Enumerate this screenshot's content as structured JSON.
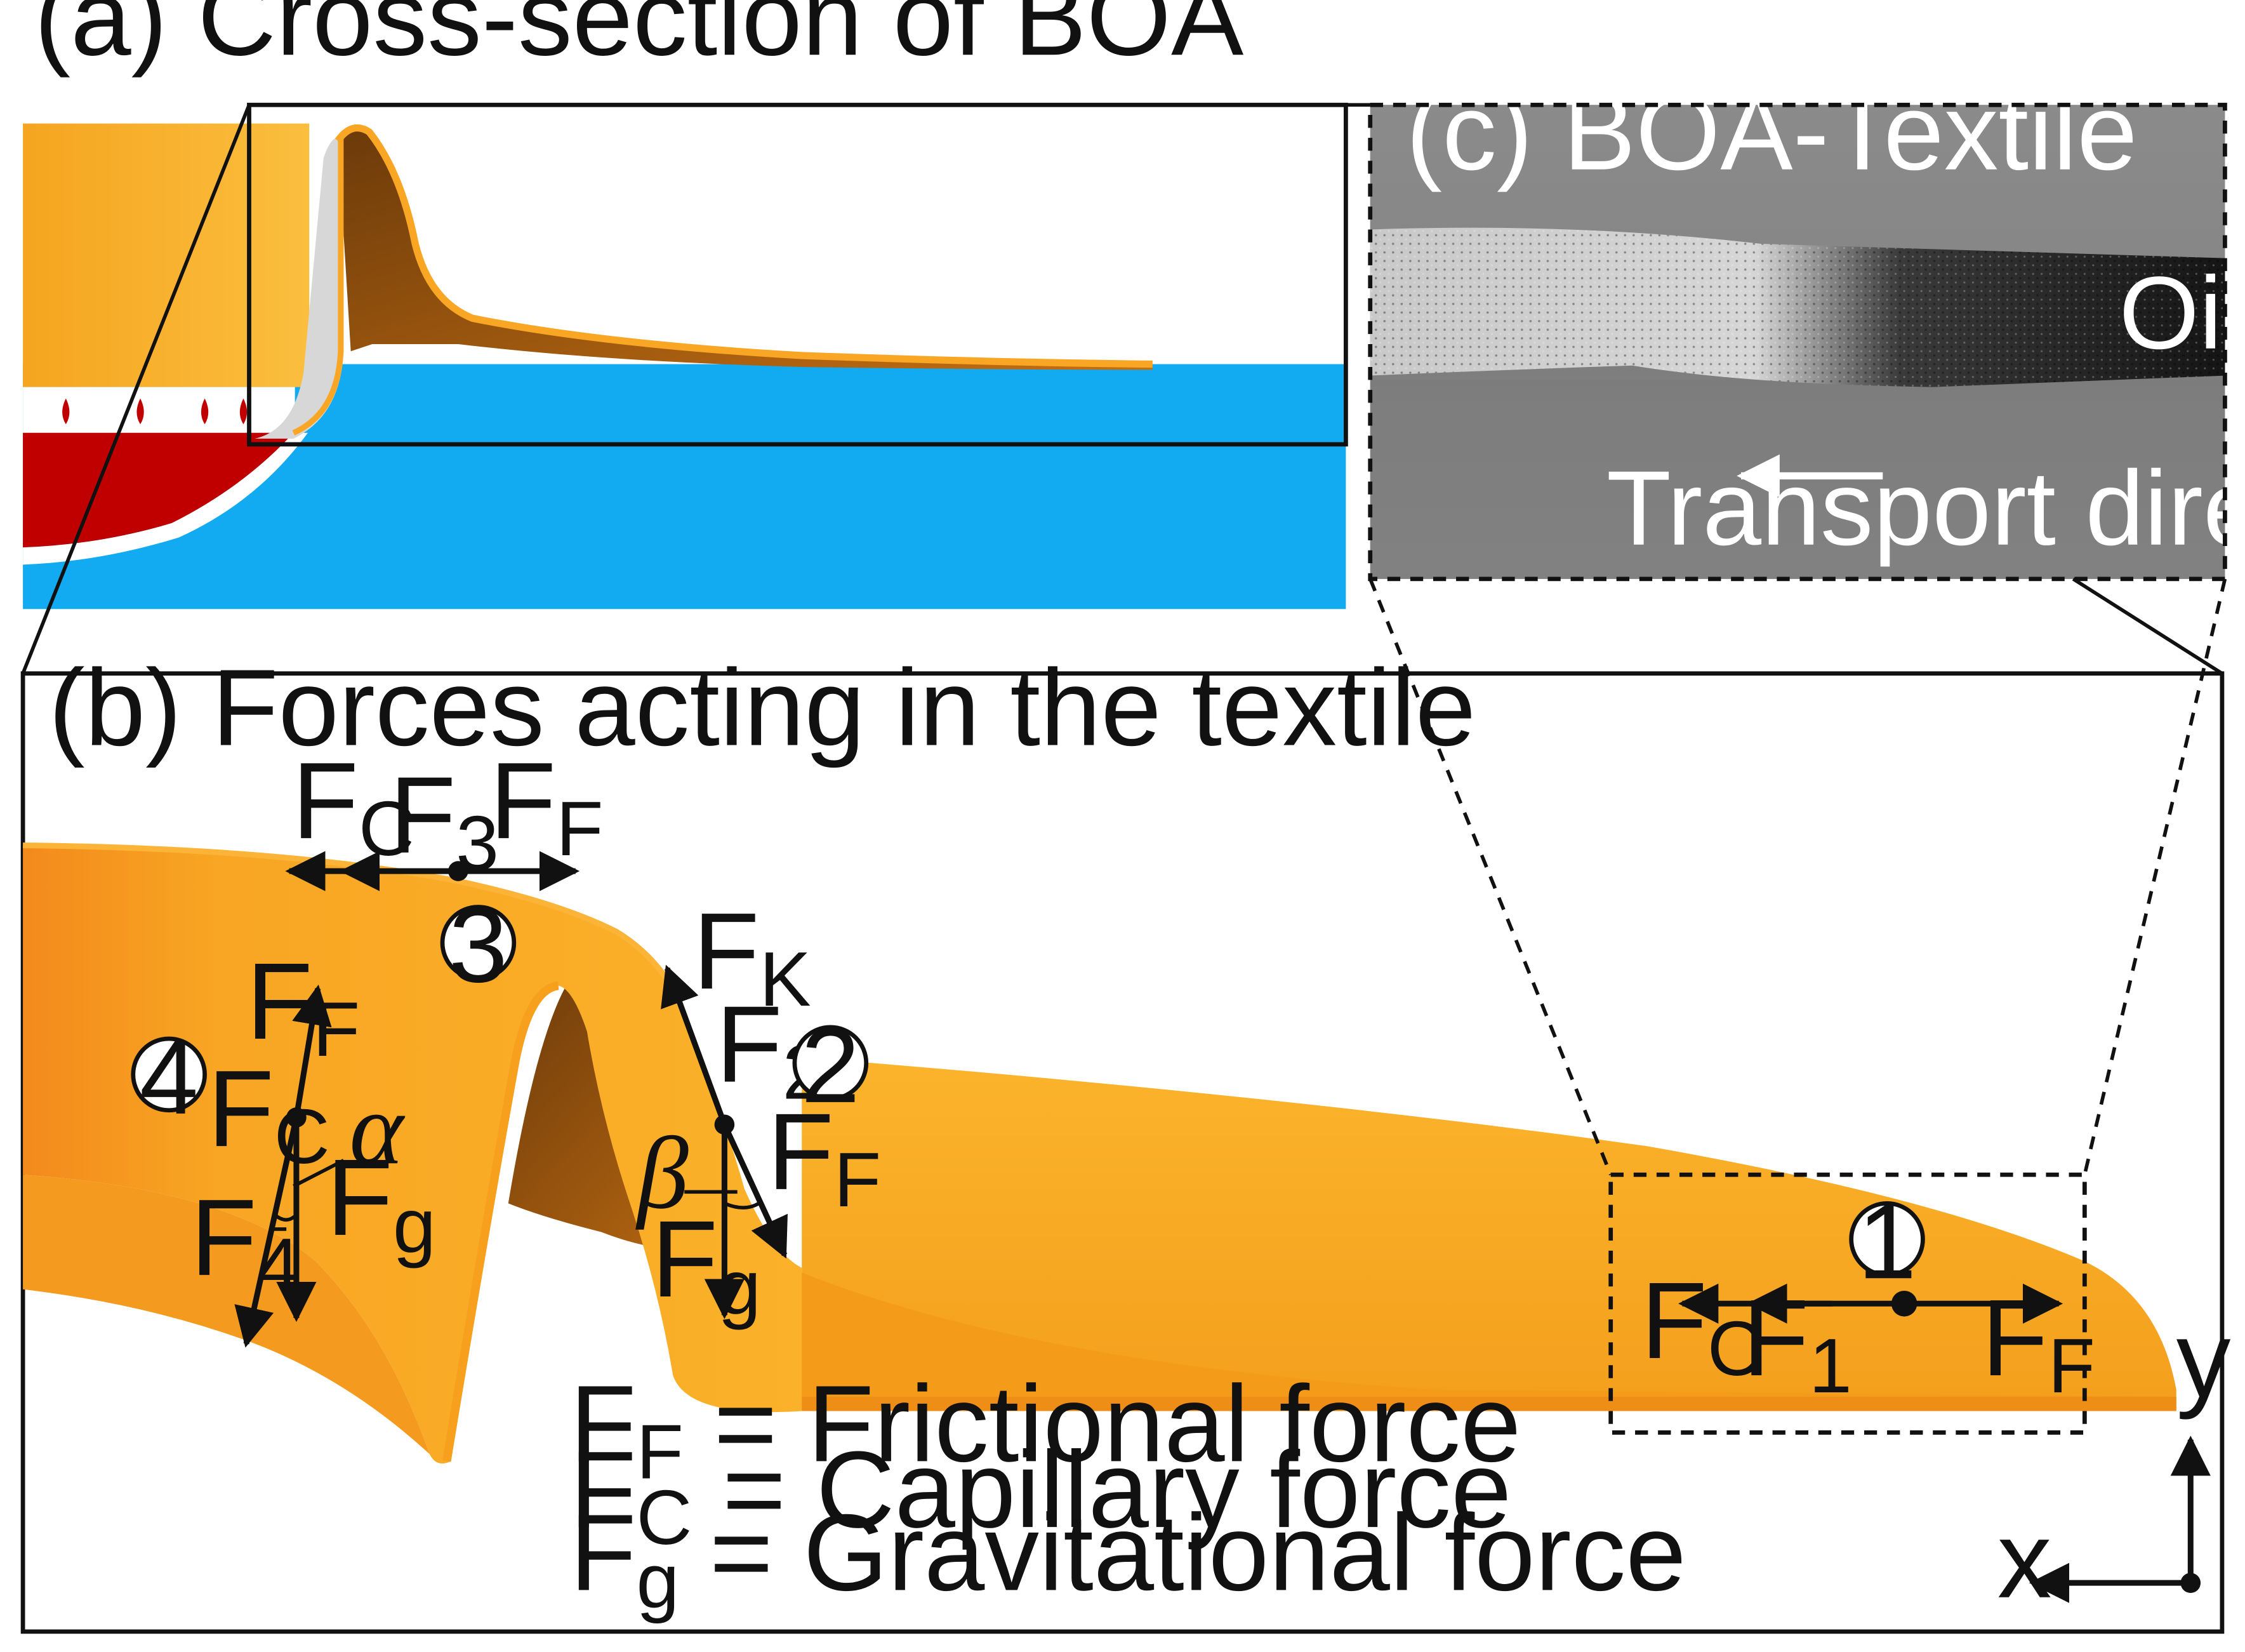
{
  "panels": {
    "a": {
      "title": "(a) Cross-section of BOA"
    },
    "b": {
      "title": "(b) Forces acting in the textile"
    },
    "c": {
      "title": "(c) BOA-Textile",
      "oil_label": "Oil",
      "transport_label": "Transport direction"
    }
  },
  "forces": {
    "p1": {
      "c": "F",
      "c_sub": "C",
      "one": "F",
      "one_sub": "1",
      "f": "F",
      "f_sub": "F"
    },
    "p2": {
      "k": "F",
      "k_sub": "K",
      "two": "F",
      "two_sub": "2",
      "f": "F",
      "f_sub": "F",
      "g": "F",
      "g_sub": "g",
      "angle": "β"
    },
    "p3": {
      "c": "F",
      "c_sub": "C",
      "three": "F",
      "three_sub": "3",
      "f": "F",
      "f_sub": "F"
    },
    "p4": {
      "f": "F",
      "f_sub": "F",
      "c": "F",
      "c_sub": "C",
      "four": "F",
      "four_sub": "4",
      "g": "F",
      "g_sub": "g",
      "angle": "α"
    }
  },
  "points": [
    "1",
    "2",
    "3",
    "4"
  ],
  "axes": {
    "x": "x",
    "y": "y"
  },
  "legend": [
    {
      "sym": "F",
      "sub": "F",
      "text": " = Frictional force"
    },
    {
      "sym": "F",
      "sub": "C",
      "text": " = Capillary force"
    },
    {
      "sym": "F",
      "sub": "g",
      "text": " = Gravitational force"
    }
  ],
  "colors": {
    "textile": "#f7a51e",
    "water": "#12aaf0",
    "oil": "#c00000",
    "frame": "#111111"
  }
}
